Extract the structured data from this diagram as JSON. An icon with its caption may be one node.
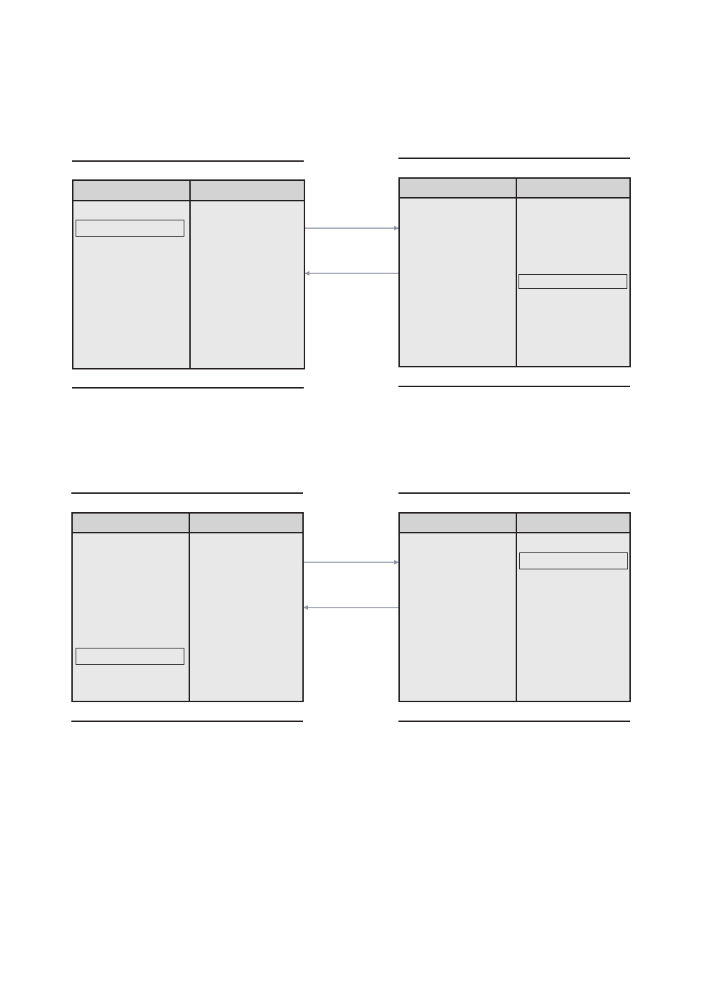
{
  "diagram": {
    "nodes": [
      {
        "text": [],
        "shape": "box"
      },
      {
        "text": [],
        "shape": "box",
        "in": 0
      },
      {
        "text": [],
        "shape": "box"
      },
      {
        "text": [],
        "shape": "box",
        "in": 2
      },
      {
        "text": [],
        "shape": "box"
      },
      {
        "text": [],
        "shape": "box",
        "in": 4
      },
      {
        "text": [],
        "shape": "box"
      },
      {
        "text": [],
        "shape": "box",
        "in": 6
      }
    ],
    "edges": [
      {
        "from": 0,
        "to": 2,
        "arrow": "to"
      },
      {
        "from": 2,
        "to": 0,
        "arrow": "to"
      },
      {
        "from": 4,
        "to": 6,
        "arrow": "to"
      },
      {
        "from": 6,
        "to": 4,
        "arrow": "to"
      }
    ]
  }
}
